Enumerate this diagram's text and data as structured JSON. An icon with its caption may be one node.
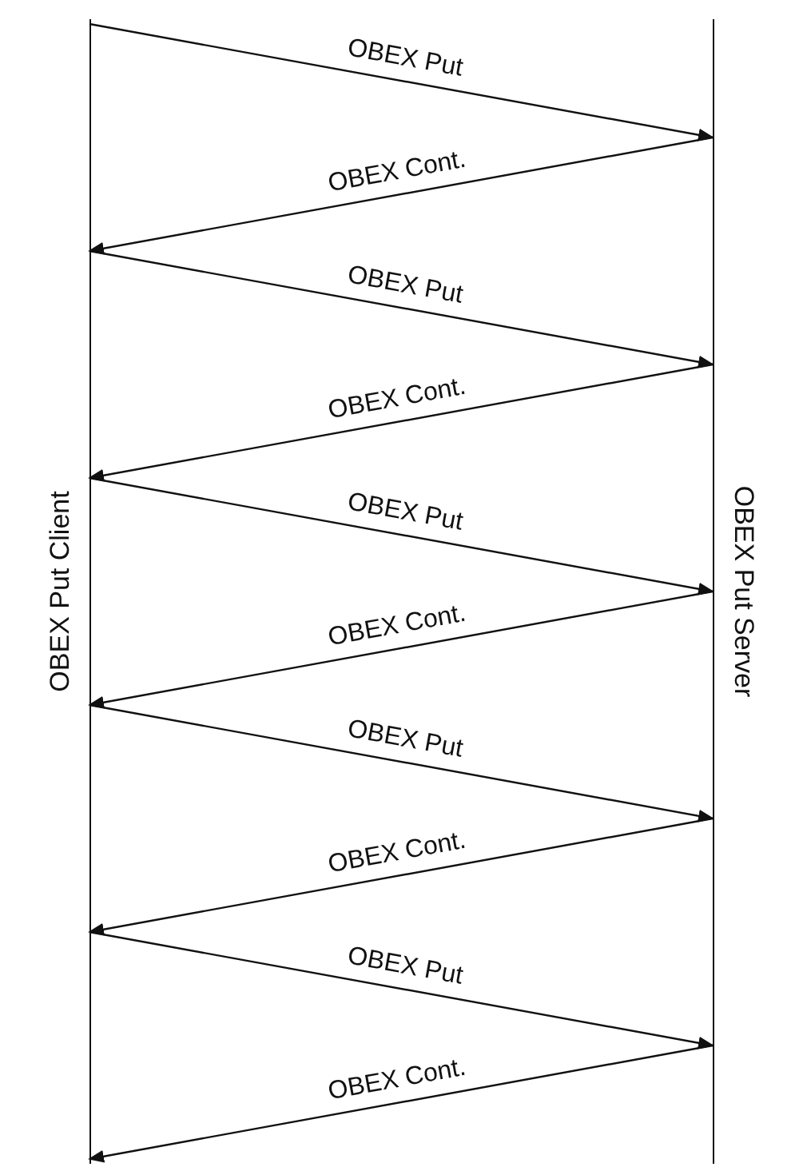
{
  "diagram": {
    "nodes": [
      {
        "text": [
          "OBEX Put Client"
        ]
      },
      {
        "text": [
          "OBEX Put Server"
        ]
      }
    ],
    "edges": [
      {
        "from": 0,
        "to": 1,
        "arrow": "to",
        "label": "OBEX Put"
      },
      {
        "from": 1,
        "to": 0,
        "arrow": "to",
        "label": "OBEX Cont."
      },
      {
        "from": 0,
        "to": 1,
        "arrow": "to",
        "label": "OBEX Put"
      },
      {
        "from": 1,
        "to": 0,
        "arrow": "to",
        "label": "OBEX Cont."
      },
      {
        "from": 0,
        "to": 1,
        "arrow": "to",
        "label": "OBEX Put"
      },
      {
        "from": 1,
        "to": 0,
        "arrow": "to",
        "label": "OBEX Cont."
      },
      {
        "from": 0,
        "to": 1,
        "arrow": "to",
        "label": "OBEX Put"
      },
      {
        "from": 1,
        "to": 0,
        "arrow": "to",
        "label": "OBEX Cont."
      },
      {
        "from": 0,
        "to": 1,
        "arrow": "to",
        "label": "OBEX Put"
      },
      {
        "from": 1,
        "to": 0,
        "arrow": "to",
        "label": "OBEX Cont."
      }
    ]
  }
}
